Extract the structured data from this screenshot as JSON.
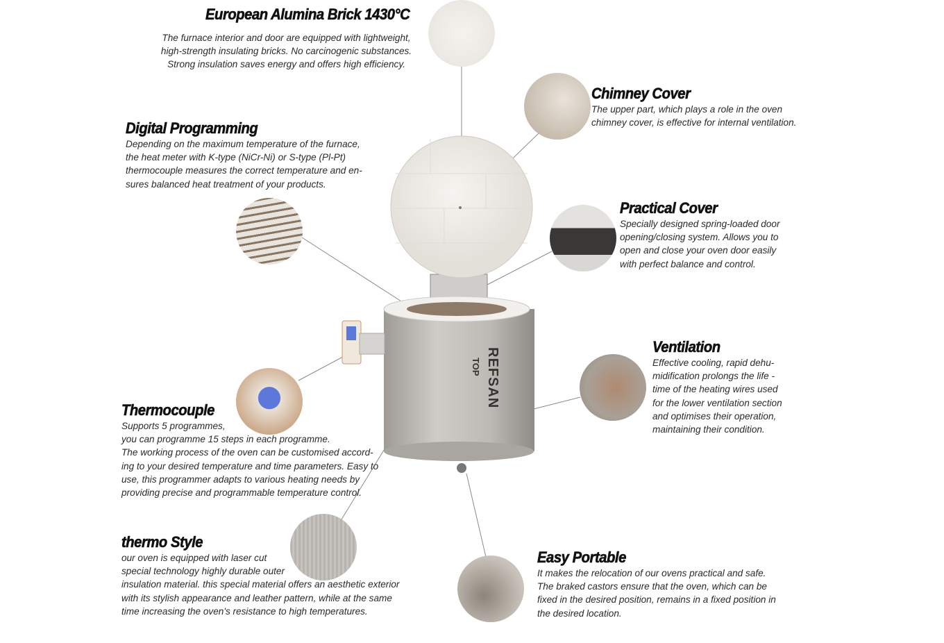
{
  "features": {
    "brick": {
      "title": "European Alumina Brick 1430°C",
      "text": "The furnace interior and door are equipped with lightweight,\nhigh-strength insulating bricks. No carcinogenic substances.\nStrong insulation saves energy and offers high efficiency."
    },
    "chimney": {
      "title": "Chimney Cover",
      "text": "  The upper part, which plays a role in the oven\nchimney cover, is effective for internal ventilation."
    },
    "digital": {
      "title": "Digital Programming",
      "text": "Depending on the maximum temperature of the furnace,\nthe heat meter with K-type (NiCr-Ni) or S-type (Pl-Pt)\nthermocouple measures the correct temperature and en-\nsures balanced heat treatment of your products."
    },
    "practical": {
      "title": "Practical Cover",
      "text": "Specially designed spring-loaded door\nopening/closing system. Allows you to\nopen and close your oven door easily\nwith perfect balance and control."
    },
    "ventilation": {
      "title": "Ventilation",
      "text": "Effective cooling, rapid dehu-\nmidification prolongs the life -\ntime of the heating wires used\nfor the lower ventilation section\nand optimises their operation,\nmaintaining their condition."
    },
    "thermocouple": {
      "title": "Thermocouple",
      "text": "Supports 5 programmes,\nyou can programme  15 steps in each programme.\nThe working process of the oven can be customised accord-\ning to your desired temperature and time parameters. Easy to\nuse, this programmer adapts to various heating needs by\nproviding precise and programmable temperature control."
    },
    "style": {
      "title": " thermo Style",
      "text": "our oven is equipped with laser cut\nspecial technology highly durable outer\ninsulation material. this special material offers an aesthetic exterior\nwith its stylish appearance and leather pattern, while at the same\ntime increasing the oven's resistance to high temperatures."
    },
    "portable": {
      "title": "Easy Portable",
      "text": "It makes the relocation of our ovens practical and safe.\nThe braked castors ensure that the oven, which can be\nfixed in the desired position, remains in a fixed position in\nthe desired location."
    }
  },
  "oven": {
    "brand": "REFSAN",
    "model": "TOP"
  },
  "colors": {
    "text": "#2a2a2a",
    "heading": "#111111",
    "steel": "#b9b6b1",
    "brick": "#efece6",
    "leader": "#8a8a8a"
  }
}
